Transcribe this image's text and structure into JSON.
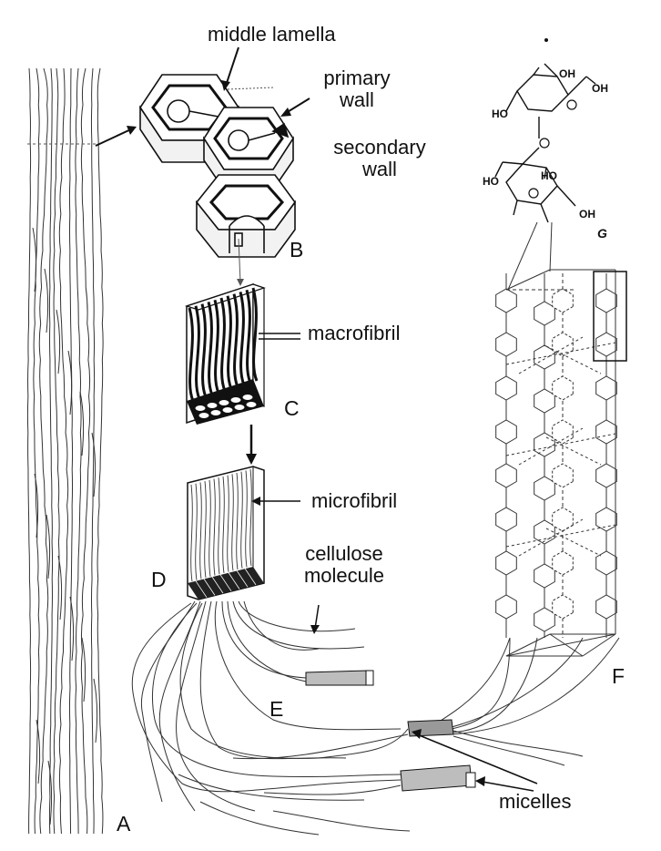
{
  "labels": {
    "middle_lamella": "middle lamella",
    "primary_wall_1": "primary",
    "primary_wall_2": "wall",
    "secondary_wall_1": "secondary",
    "secondary_wall_2": "wall",
    "macrofibril": "macrofibril",
    "microfibril": "microfibril",
    "cellulose_molecule_1": "cellulose",
    "cellulose_molecule_2": "molecule",
    "micelles": "micelles"
  },
  "panels": {
    "a": "A",
    "b": "B",
    "c": "C",
    "d": "D",
    "e": "E",
    "f": "F"
  },
  "chem": {
    "oh_1": "OH",
    "oh_2": "OH",
    "ho_1": "HO",
    "ho_2": "HO",
    "ho_3": "HO",
    "oh_3": "OH",
    "glucose_label": "G"
  },
  "colors": {
    "ink": "#111111",
    "line": "#333333",
    "shade": "#555555"
  }
}
